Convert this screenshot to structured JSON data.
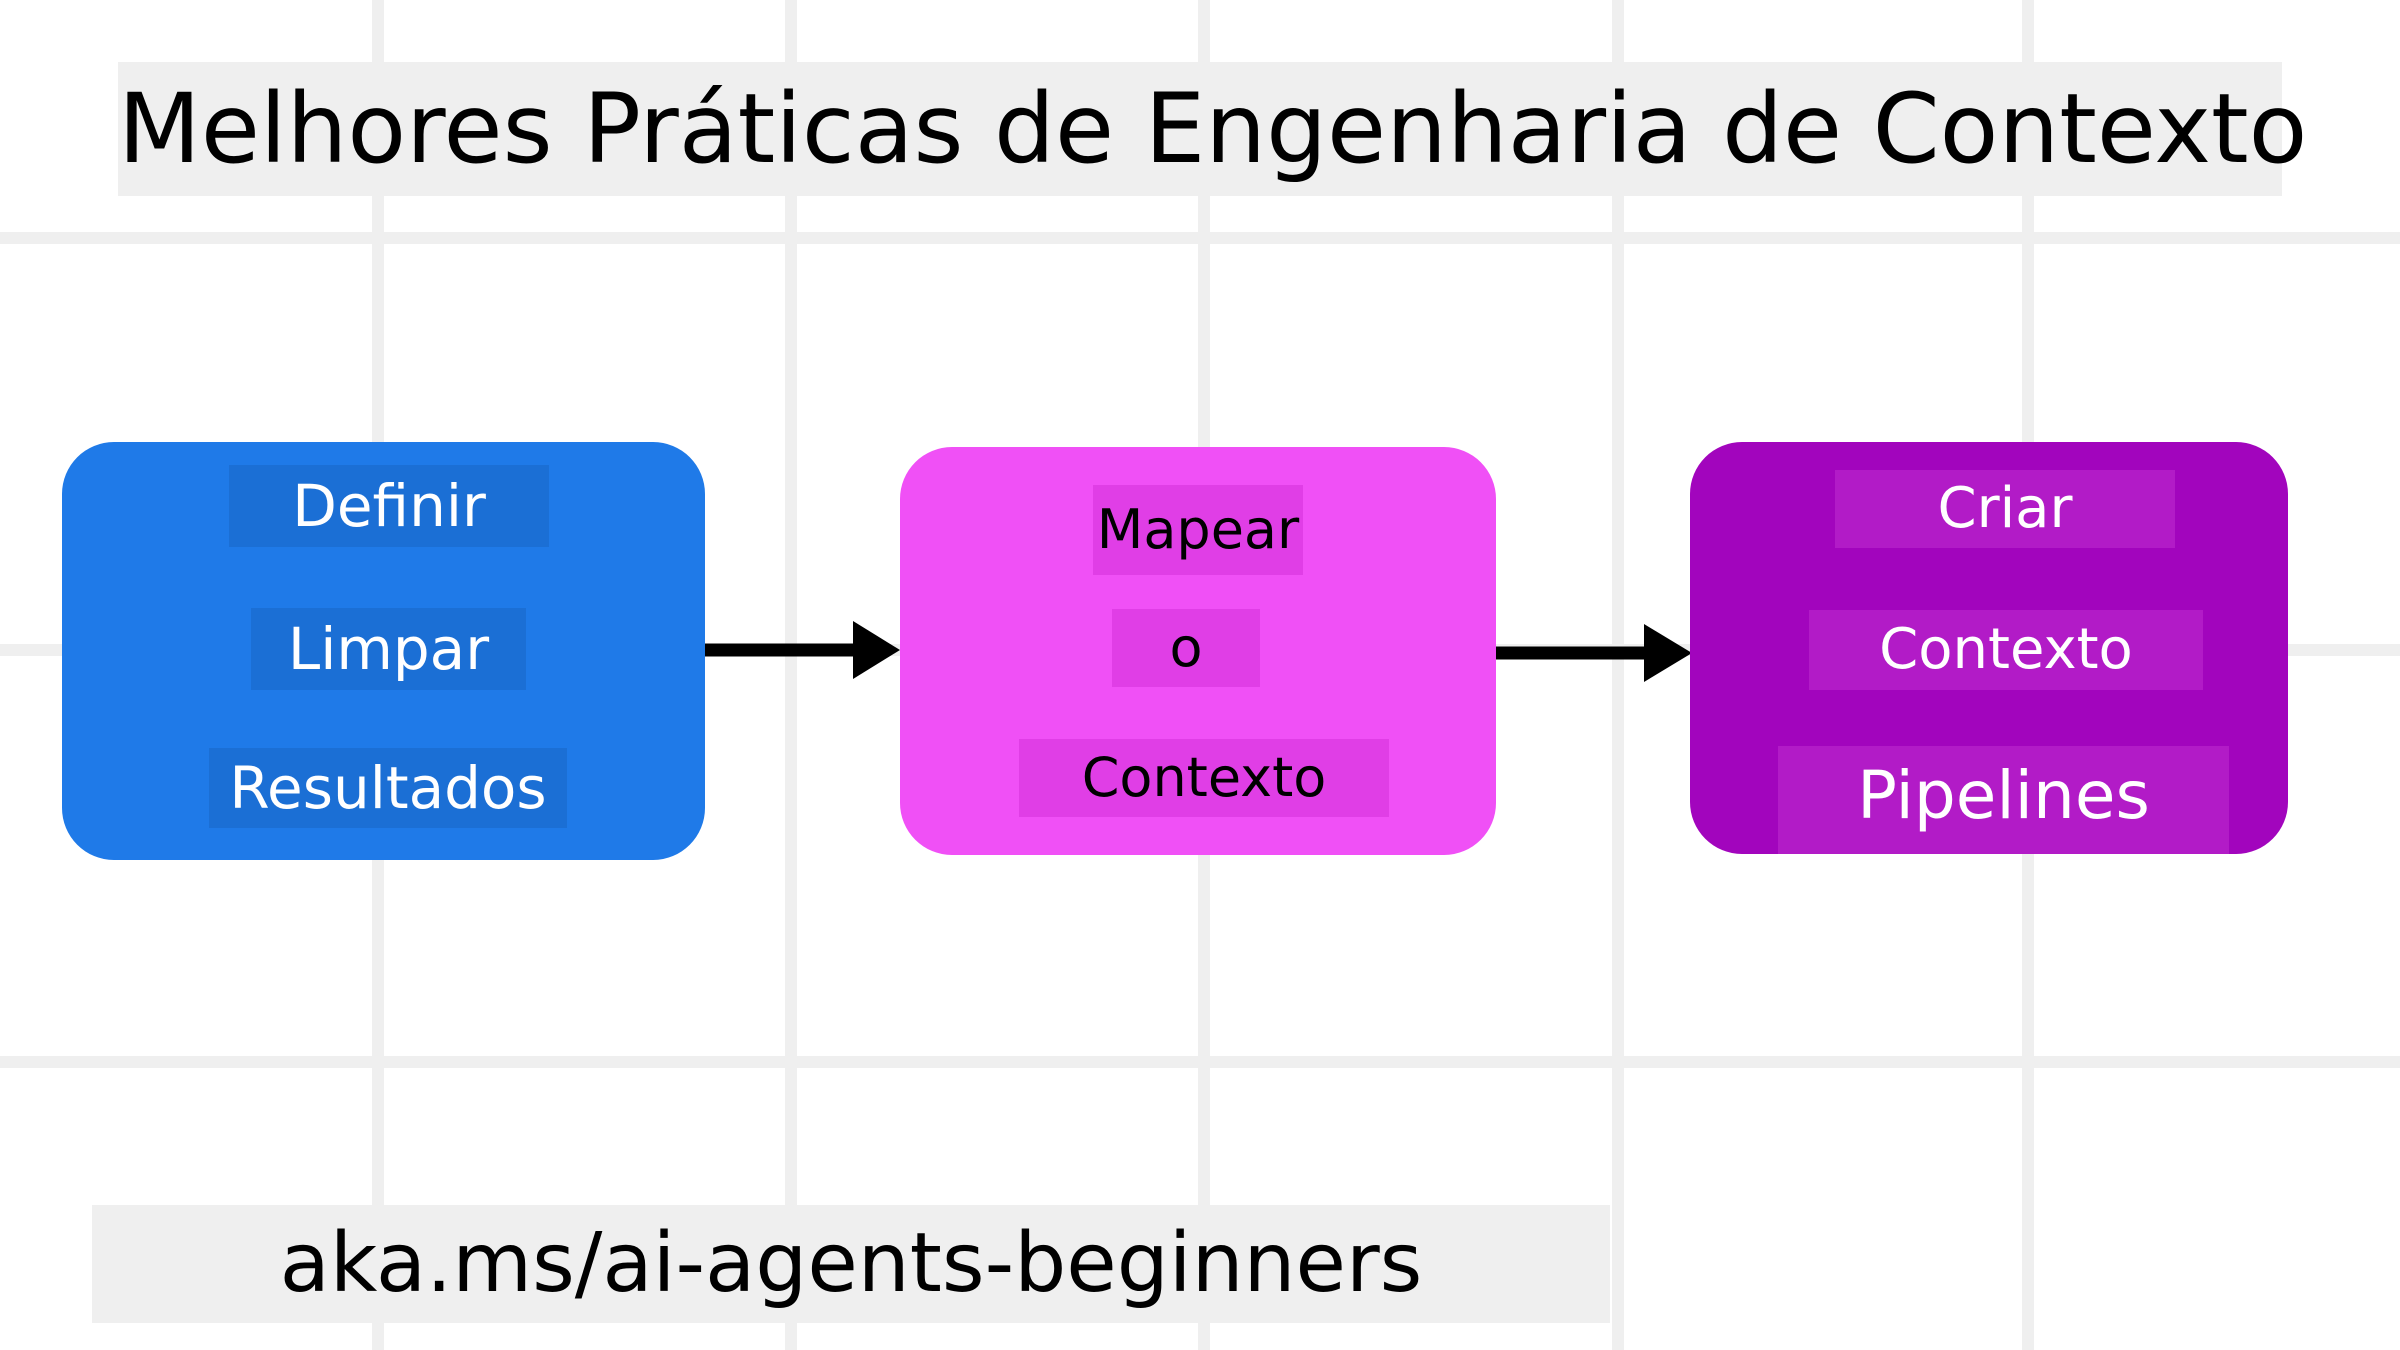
{
  "title": "Melhores Práticas de Engenharia de Contexto",
  "steps": [
    {
      "lines": [
        "Definir",
        "Limpar",
        "Resultados"
      ],
      "color": "#1f7ae8"
    },
    {
      "lines": [
        "Mapear",
        "o",
        "Contexto"
      ],
      "color": "#f050f6"
    },
    {
      "lines": [
        "Criar",
        "Contexto",
        "Pipelines"
      ],
      "color": "#a205bd"
    }
  ],
  "footer": "aka.ms/ai-agents-beginners",
  "colors": {
    "background": "#ffffff",
    "grid": "#efefef",
    "arrow": "#000000"
  }
}
